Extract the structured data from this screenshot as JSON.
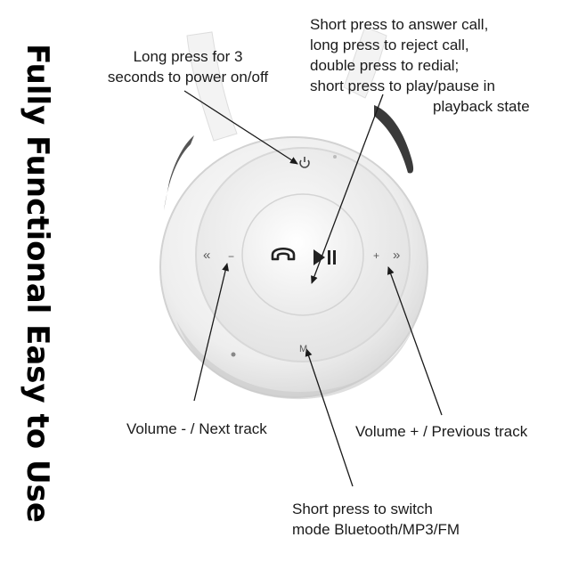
{
  "title": "Fully Functional Easy to Use",
  "labels": {
    "power": [
      "Long press for 3",
      "seconds to power on/off"
    ],
    "call": [
      "Short press to answer call,",
      "long press to reject call,",
      "double press to redial;",
      "short press to play/pause in",
      "playback state"
    ],
    "volume_down": "Volume - / Next track",
    "volume_up": "Volume + / Previous track",
    "mode": [
      "Short press to switch",
      "mode Bluetooth/MP3/FM"
    ]
  },
  "buttons": {
    "mode_letter": "M",
    "minus_glyph": "−",
    "plus_glyph": "+",
    "prev_glyph": "«",
    "next_glyph": "»",
    "power_icon": "power-icon",
    "center_icon": "phone-play-pause-icon"
  },
  "colors": {
    "text": "#1a1a1a",
    "headphone_white": "#f4f4f4",
    "headphone_shadow": "#cfcfcf",
    "dark_band": "#3a3a3a"
  }
}
